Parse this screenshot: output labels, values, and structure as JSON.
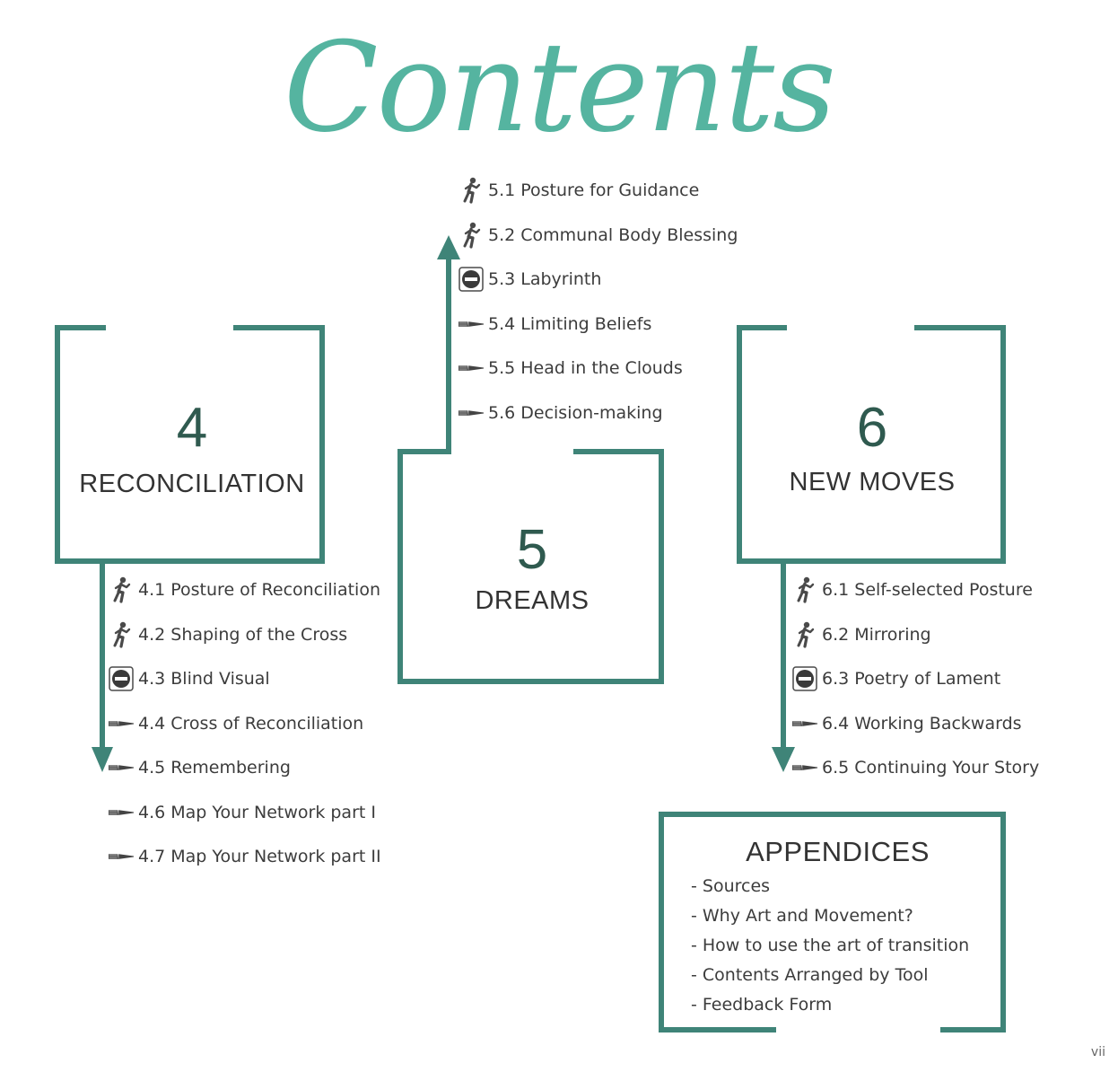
{
  "page_title": "Contents",
  "page_number": "vii",
  "colors": {
    "frame": "#3f8478",
    "title": "#55b4a0",
    "number": "#2f5a4f"
  },
  "sections": {
    "s4": {
      "number": "4",
      "title": "RECONCILIATION"
    },
    "s5": {
      "number": "5",
      "title": "DREAMS"
    },
    "s6": {
      "number": "6",
      "title": "NEW MOVES"
    }
  },
  "items4": [
    {
      "icon": "walking-figure-icon",
      "label": "4.1 Posture of Reconciliation"
    },
    {
      "icon": "walking-figure-icon",
      "label": "4.2 Shaping of the Cross"
    },
    {
      "icon": "no-entry-icon",
      "label": "4.3 Blind Visual"
    },
    {
      "icon": "paintbrush-icon",
      "label": "4.4 Cross of Reconciliation"
    },
    {
      "icon": "paintbrush-icon",
      "label": "4.5 Remembering"
    },
    {
      "icon": "paintbrush-icon",
      "label": "4.6 Map Your Network part I"
    },
    {
      "icon": "paintbrush-icon",
      "label": "4.7 Map Your Network part II"
    }
  ],
  "items5": [
    {
      "icon": "walking-figure-icon",
      "label": "5.1 Posture for Guidance"
    },
    {
      "icon": "walking-figure-icon",
      "label": "5.2 Communal Body Blessing"
    },
    {
      "icon": "no-entry-icon",
      "label": "5.3 Labyrinth"
    },
    {
      "icon": "paintbrush-icon",
      "label": "5.4 Limiting Beliefs"
    },
    {
      "icon": "paintbrush-icon",
      "label": "5.5 Head in the Clouds"
    },
    {
      "icon": "paintbrush-icon",
      "label": "5.6 Decision-making"
    }
  ],
  "items6": [
    {
      "icon": "walking-figure-icon",
      "label": "6.1 Self-selected Posture"
    },
    {
      "icon": "walking-figure-icon",
      "label": "6.2 Mirroring"
    },
    {
      "icon": "no-entry-icon",
      "label": "6.3 Poetry of Lament"
    },
    {
      "icon": "paintbrush-icon",
      "label": "6.4 Working Backwards"
    },
    {
      "icon": "paintbrush-icon",
      "label": "6.5 Continuing Your Story"
    }
  ],
  "appendices": {
    "title": "APPENDICES",
    "items": [
      "- Sources",
      "- Why Art and Movement?",
      "- How to use the art of transition",
      "- Contents Arranged by Tool",
      "- Feedback Form"
    ]
  }
}
